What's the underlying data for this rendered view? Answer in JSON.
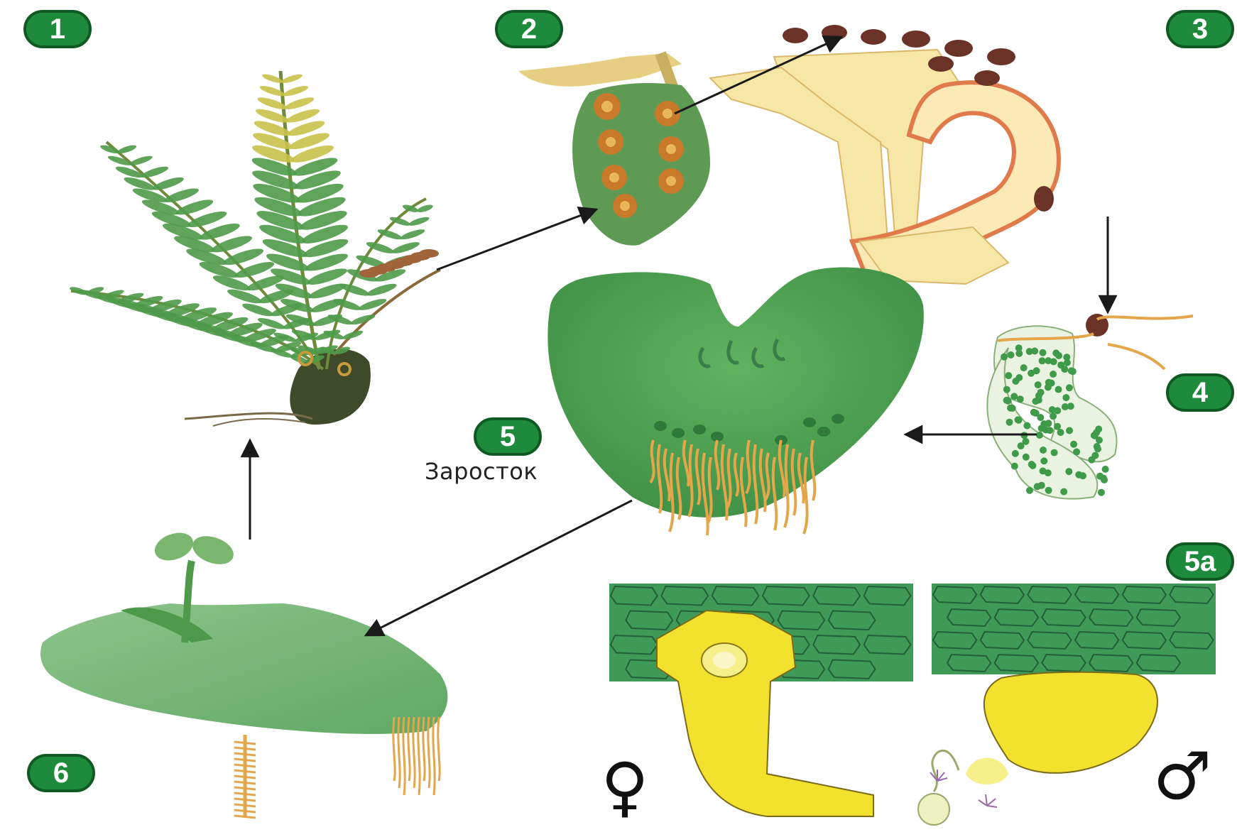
{
  "diagram": {
    "stages": [
      {
        "id": "1",
        "label": "1",
        "depicts": "fern-sporophyte"
      },
      {
        "id": "2",
        "label": "2",
        "depicts": "leaf-segment-with-sori"
      },
      {
        "id": "3",
        "label": "3",
        "depicts": "sporangium-with-spores"
      },
      {
        "id": "4",
        "label": "4",
        "depicts": "germinating-spore"
      },
      {
        "id": "5",
        "label": "5",
        "depicts": "prothallus"
      },
      {
        "id": "5a",
        "label": "5а",
        "depicts": "archegonium-and-antheridium"
      },
      {
        "id": "6",
        "label": "6",
        "depicts": "young-sporophyte-on-prothallus"
      }
    ],
    "caption": "Заросток",
    "symbols": {
      "female": "♀",
      "male": "♂"
    },
    "flow": [
      [
        "1",
        "2"
      ],
      [
        "2",
        "3"
      ],
      [
        "3",
        "4"
      ],
      [
        "4",
        "5"
      ],
      [
        "5",
        "6"
      ],
      [
        "6",
        "1"
      ]
    ],
    "colors": {
      "badge": "#1e8a3c",
      "fern_green": "#4f9a4a",
      "prothallus": "#4fa052",
      "cell_yellow": "#f2e22e",
      "sporangium": "#f6e7a6",
      "spore": "#6b3328",
      "root": "#e3a64a"
    }
  }
}
